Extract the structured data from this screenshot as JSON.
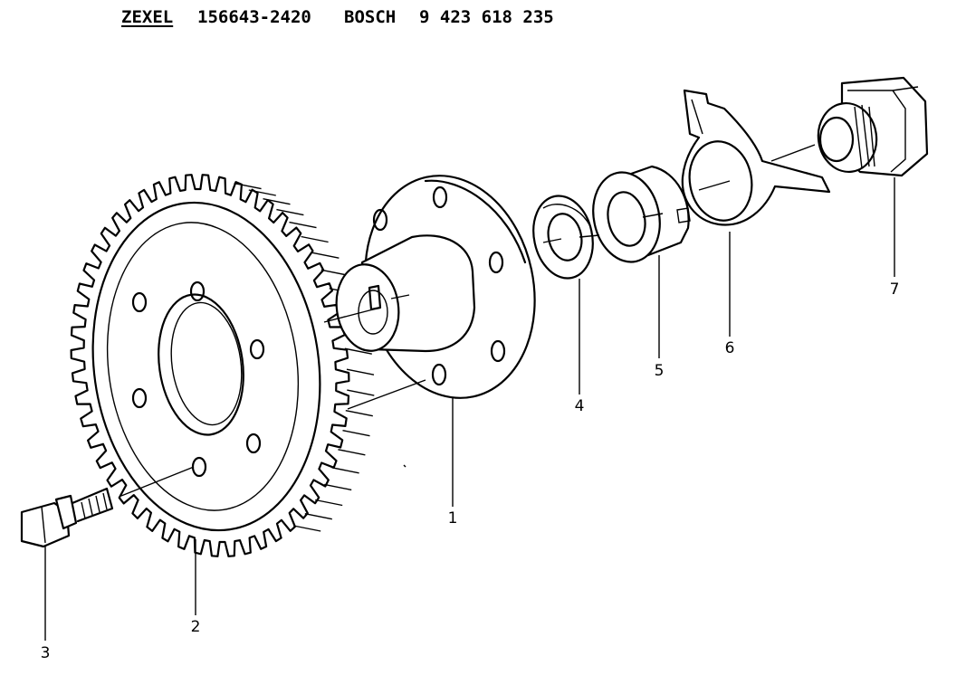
{
  "header": {
    "brand_1": "ZEXEL",
    "part_number_1": "156643-2420",
    "brand_2": "BOSCH",
    "part_number_2": "9 423 618 235"
  },
  "callouts": [
    "1",
    "2",
    "3",
    "4",
    "5",
    "6",
    "7"
  ]
}
